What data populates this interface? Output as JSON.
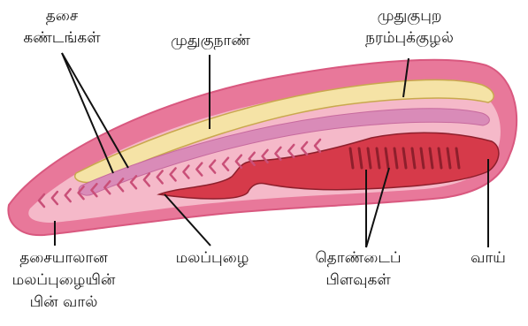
{
  "labels": {
    "muscle_segments": [
      "தசை",
      "கண்டங்கள்"
    ],
    "notochord": [
      "முதுகுநாண்"
    ],
    "dorsal_nerve_cord": [
      "முதுகுபுற",
      "நரம்புக்குழல்"
    ],
    "post_anal_tail": [
      "தசையாலான",
      "மலப்புழையின்",
      "பின் வால்"
    ],
    "anus": [
      "மலப்புழை"
    ],
    "pharyngeal_slits": [
      "தொண்டைப்",
      "பிளவுகள்"
    ],
    "mouth": [
      "வாய்"
    ]
  },
  "colors": {
    "body_outer": "#e8789a",
    "body_inner": "#f5b9c9",
    "body_edge": "#d9587f",
    "nerve_cord": "#f5e3a6",
    "nerve_cord_edge": "#c9a84e",
    "notochord": "#d98bb8",
    "gut": "#d63a4a",
    "gut_dark": "#8e1f2c",
    "myomere": "#c94f78",
    "leader_line": "#111111"
  }
}
